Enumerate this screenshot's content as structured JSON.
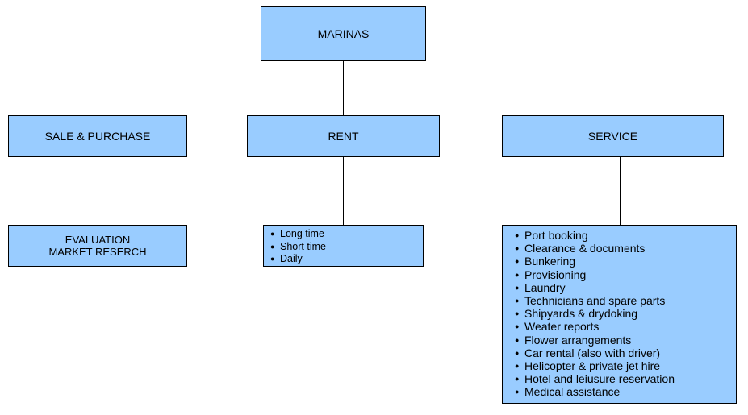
{
  "root": {
    "label": "MARINAS"
  },
  "branches": {
    "sale": {
      "label": "SALE & PURCHASE",
      "child_lines": [
        "EVALUATION",
        "MARKET RESERCH"
      ]
    },
    "rent": {
      "label": "RENT",
      "items": [
        "Long time",
        "Short time",
        "Daily"
      ]
    },
    "service": {
      "label": "SERVICE",
      "items": [
        "Port booking",
        "Clearance & documents",
        "Bunkering",
        "Provisioning",
        "Laundry",
        "Technicians and spare parts",
        "Shipyards & drydoking",
        "Weater reports",
        "Flower arrangements",
        "Car rental (also with driver)",
        "Helicopter & private jet hire",
        "Hotel and leiusure reservation",
        "Medical  assistance"
      ]
    }
  },
  "colors": {
    "box_fill": "#99ccff",
    "border": "#000000"
  }
}
